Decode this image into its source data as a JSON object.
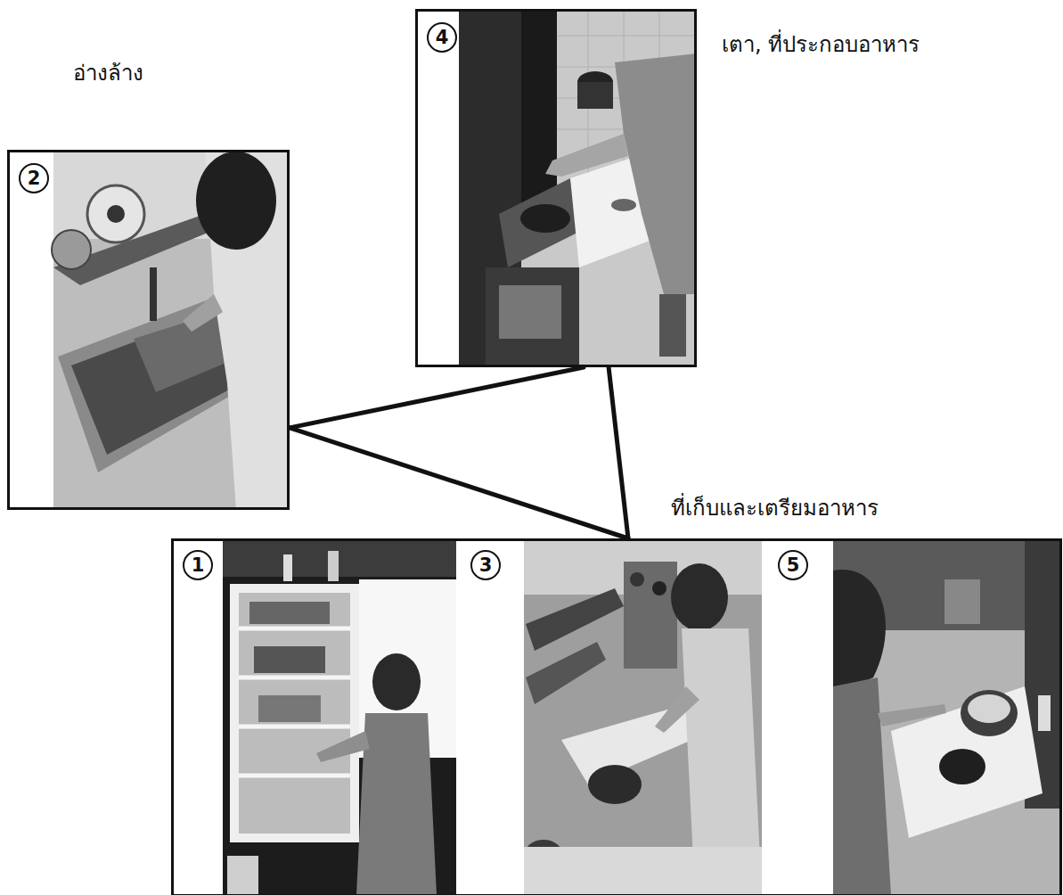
{
  "diagram": {
    "nodes": [
      {
        "text": [
          "4",
          "เตา, ที่ประกอบอาหาร"
        ]
      },
      {
        "text": [
          "อ่างล้าง",
          "2"
        ]
      },
      {
        "text": [
          "ที่เก็บและเตรียมอาหาร"
        ]
      },
      {
        "text": [
          "1"
        ],
        "in": 2
      },
      {
        "text": [
          "3"
        ],
        "in": 2
      },
      {
        "text": [
          "5"
        ],
        "in": 2
      }
    ],
    "edges": [
      {
        "from": 0,
        "to": 1,
        "arrow": "none"
      },
      {
        "from": 0,
        "to": 2,
        "arrow": "none"
      },
      {
        "from": 1,
        "to": 2,
        "arrow": "none"
      }
    ]
  }
}
